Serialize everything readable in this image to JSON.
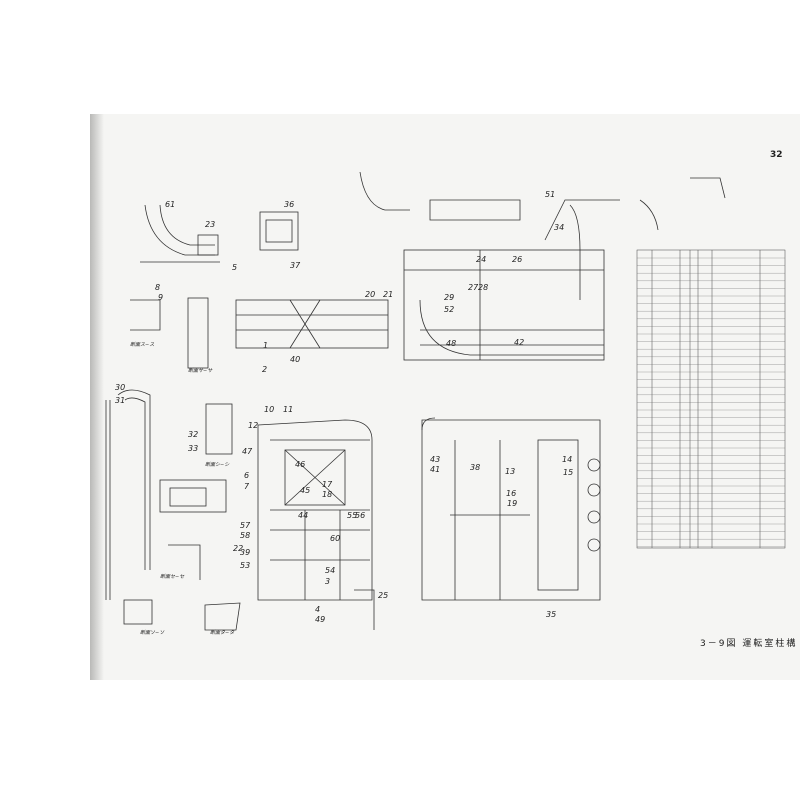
{
  "page_number": "32",
  "caption": "3－9図 運転室柱構",
  "part_labels": [
    "61",
    "23",
    "36",
    "5",
    "37",
    "8",
    "9",
    "20",
    "21",
    "1",
    "2",
    "40",
    "30",
    "31",
    "12",
    "10",
    "11",
    "32",
    "33",
    "46",
    "47",
    "45",
    "6",
    "7",
    "17",
    "18",
    "44",
    "55",
    "56",
    "57",
    "58",
    "39",
    "60",
    "22",
    "53",
    "54",
    "3",
    "4",
    "49",
    "25",
    "24",
    "26",
    "27",
    "28",
    "29",
    "52",
    "48",
    "42",
    "43",
    "41",
    "38",
    "13",
    "14",
    "15",
    "16",
    "19",
    "35",
    "51",
    "34"
  ],
  "section_notes": [
    "断面ス−ス",
    "断面サ−サ",
    "断面シ−シ",
    "断面セ−セ",
    "断面ソ−ソ",
    "断面タ−タ"
  ],
  "table_rows": 38
}
